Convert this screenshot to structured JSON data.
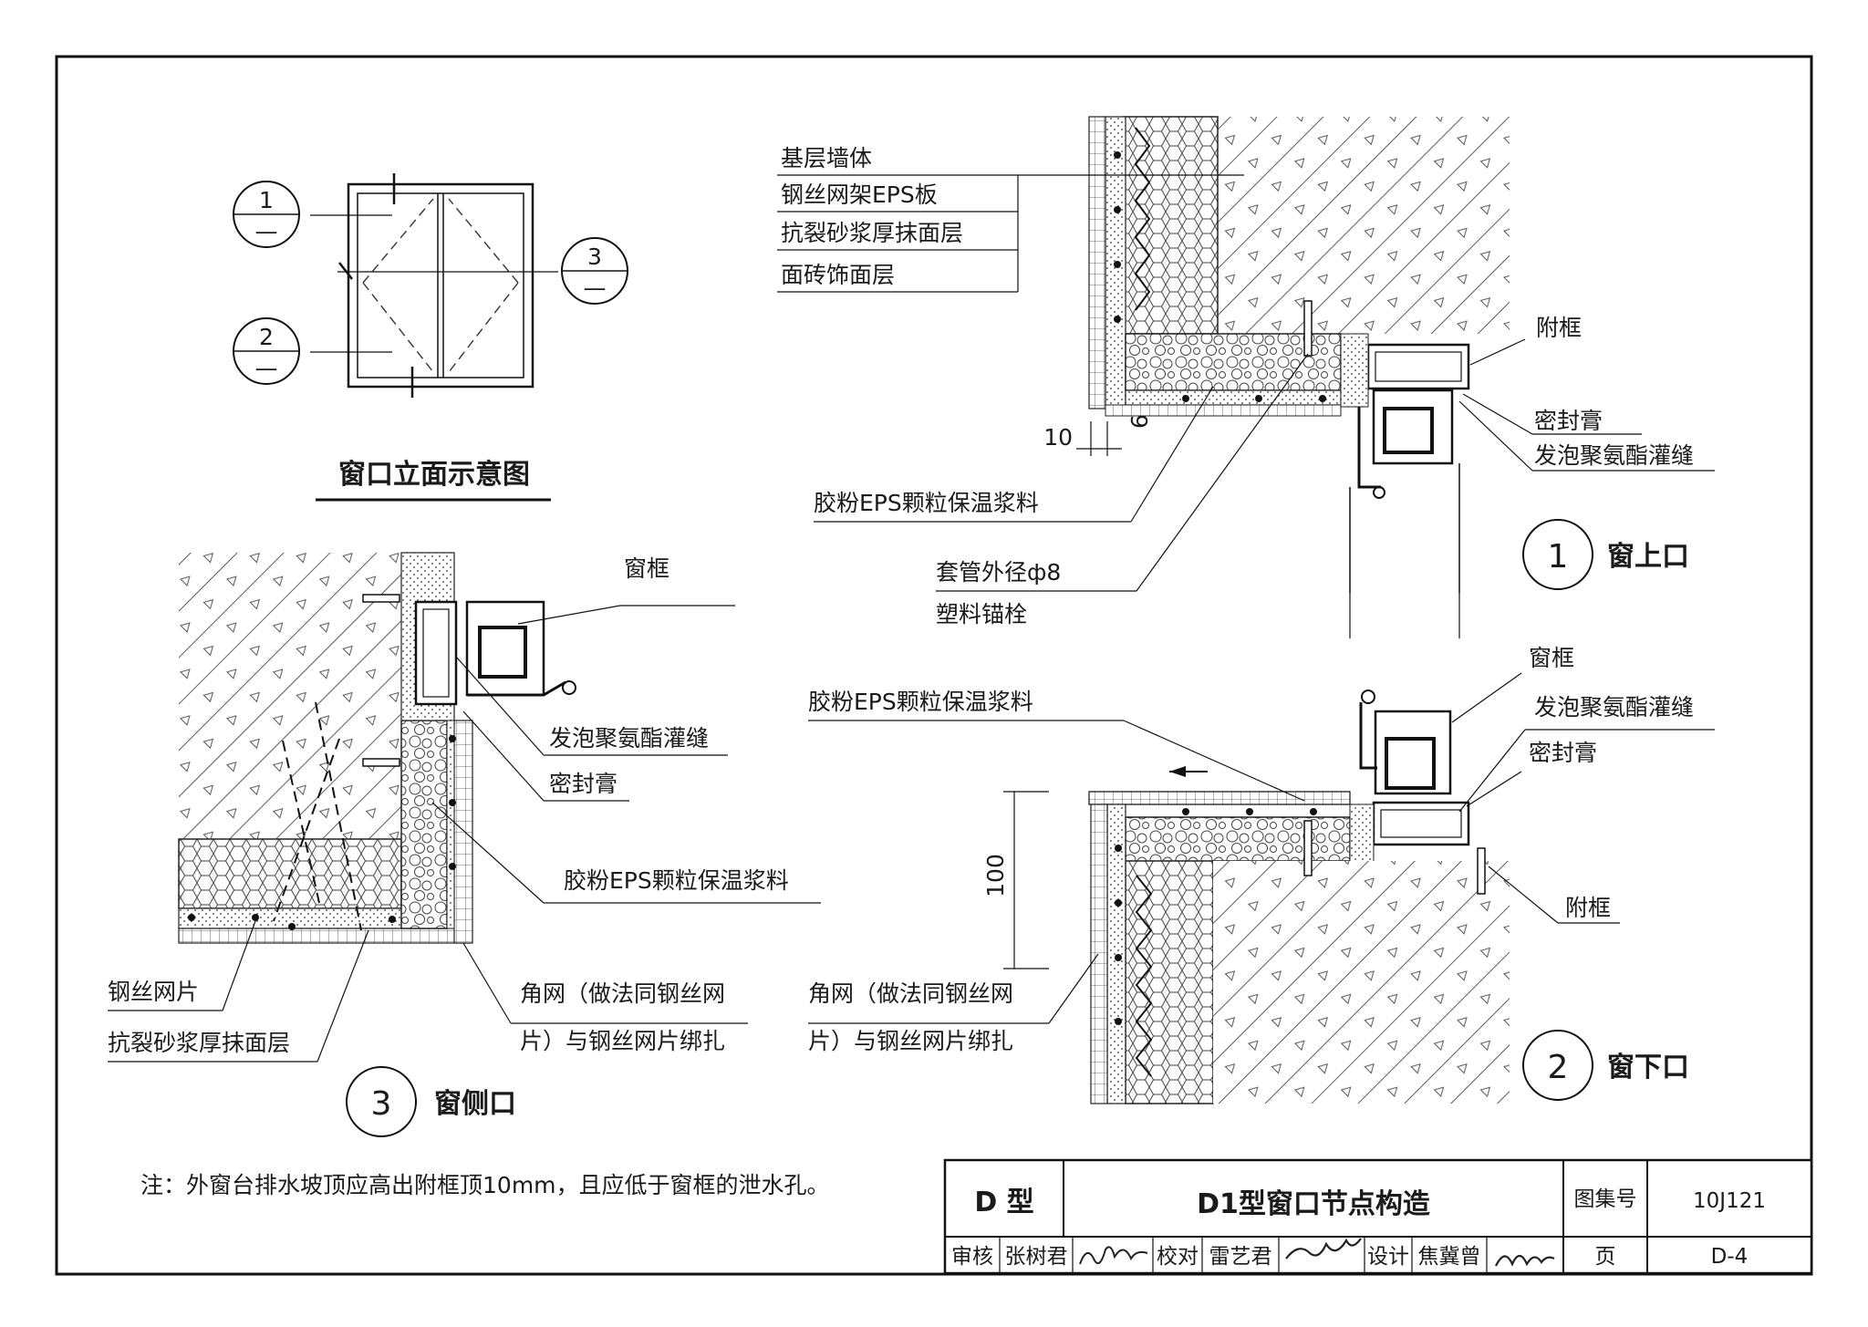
{
  "elevation": {
    "title": "窗口立面示意图",
    "markers": [
      {
        "num": "1",
        "sub": "—"
      },
      {
        "num": "2",
        "sub": "—"
      },
      {
        "num": "3",
        "sub": "—"
      }
    ]
  },
  "detail1": {
    "num": "1",
    "caption": "窗上口",
    "layer_labels": [
      "基层墙体",
      "钢丝网架EPS板",
      "抗裂砂浆厚抹面层",
      "面砖饰面层"
    ],
    "label_fuke": "附框",
    "label_mifenggao": "密封膏",
    "label_fapao": "发泡聚氨酯灌缝",
    "label_jiaofen": "胶粉EPS颗粒保温浆料",
    "label_taoguan": "套管外径ф8",
    "label_maoshuan": "塑料锚栓",
    "dim_10": "10",
    "dim_6": "6"
  },
  "detail2": {
    "num": "2",
    "caption": "窗下口",
    "label_jiaofen": "胶粉EPS颗粒保温浆料",
    "label_chuangkuang": "窗框",
    "label_fapao": "发泡聚氨酯灌缝",
    "label_mifenggao": "密封膏",
    "label_fuke": "附框",
    "label_jiaowang_1": "角网（做法同钢丝网",
    "label_jiaowang_2": "片）与钢丝网片绑扎",
    "dim_100": "100"
  },
  "detail3": {
    "num": "3",
    "caption": "窗侧口",
    "label_chuangkuang": "窗框",
    "label_fapao": "发泡聚氨酯灌缝",
    "label_mifenggao": "密封膏",
    "label_jiaofen": "胶粉EPS颗粒保温浆料",
    "label_gangsi": "钢丝网片",
    "label_kanglie": "抗裂砂浆厚抹面层",
    "label_jiaowang_1": "角网（做法同钢丝网",
    "label_jiaowang_2": "片）与钢丝网片绑扎"
  },
  "note": "注：外窗台排水坡顶应高出附框顶10mm，且应低于窗框的泄水孔。",
  "title_block": {
    "type": "D 型",
    "title": "D1型窗口节点构造",
    "atlas_label": "图集号",
    "atlas_no": "10J121",
    "review_label": "审核",
    "review_name": "张树君",
    "check_label": "校对",
    "check_name": "雷艺君",
    "design_label": "设计",
    "design_name": "焦冀曾",
    "page_label": "页",
    "page_no": "D-4"
  }
}
